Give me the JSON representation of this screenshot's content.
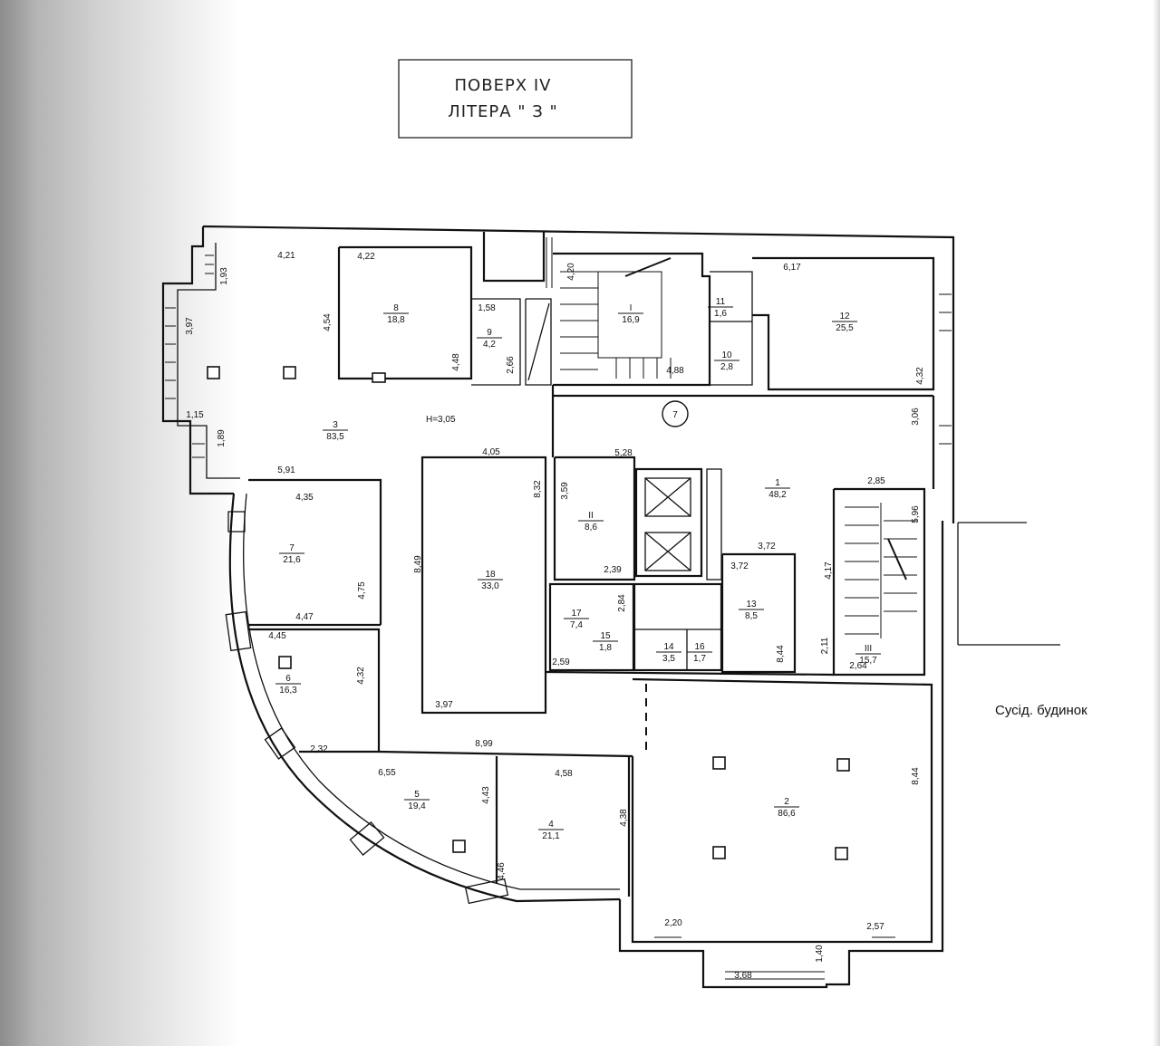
{
  "title": {
    "line1": "ПОВЕРХ  IV",
    "line2": "ЛІТЕРА \" З \""
  },
  "neighbor_label": "Сусід. будинок",
  "ceiling_height": "Н=3,05",
  "circle_mark": "7",
  "rooms": [
    {
      "id": "1",
      "area": "48,2"
    },
    {
      "id": "2",
      "area": "86,6"
    },
    {
      "id": "3",
      "area": "83,5"
    },
    {
      "id": "4",
      "area": "21,1"
    },
    {
      "id": "5",
      "area": "19,4"
    },
    {
      "id": "6",
      "area": "16,3"
    },
    {
      "id": "7",
      "area": "21,6"
    },
    {
      "id": "8",
      "area": "18,8"
    },
    {
      "id": "9",
      "area": "4,2"
    },
    {
      "id": "10",
      "area": "2,8"
    },
    {
      "id": "11",
      "area": "1,6"
    },
    {
      "id": "12",
      "area": "25,5"
    },
    {
      "id": "13",
      "area": "8,5"
    },
    {
      "id": "14",
      "area": "3,5"
    },
    {
      "id": "15",
      "area": "1,8"
    },
    {
      "id": "16",
      "area": "1,7"
    },
    {
      "id": "17",
      "area": "7,4"
    },
    {
      "id": "18",
      "area": "33,0"
    },
    {
      "id": "I",
      "area": "16,9"
    },
    {
      "id": "II",
      "area": "8,6"
    },
    {
      "id": "III",
      "area": "15,7"
    }
  ],
  "dimensions": [
    "4,21",
    "1,93",
    "4,22",
    "4,54",
    "4,48",
    "1,58",
    "2,66",
    "4,20",
    "4,88",
    "6,17",
    "4,32",
    "3,97",
    "1,15",
    "1,89",
    "5,91",
    "4,05",
    "5,28",
    "3,59",
    "8,32",
    "3,06",
    "2,85",
    "5,96",
    "4,35",
    "8,49",
    "4,75",
    "4,47",
    "2,39",
    "3,72",
    "3,72",
    "4,17",
    "2,84",
    "4,45",
    "4,32",
    "2,59",
    "8,44",
    "2,11",
    "2,64",
    "3,97",
    "2,32",
    "8,99",
    "6,55",
    "4,58",
    "4,43",
    "4,38",
    "8,44",
    "4,46",
    "2,20",
    "1,40",
    "2,57",
    "3,68"
  ]
}
